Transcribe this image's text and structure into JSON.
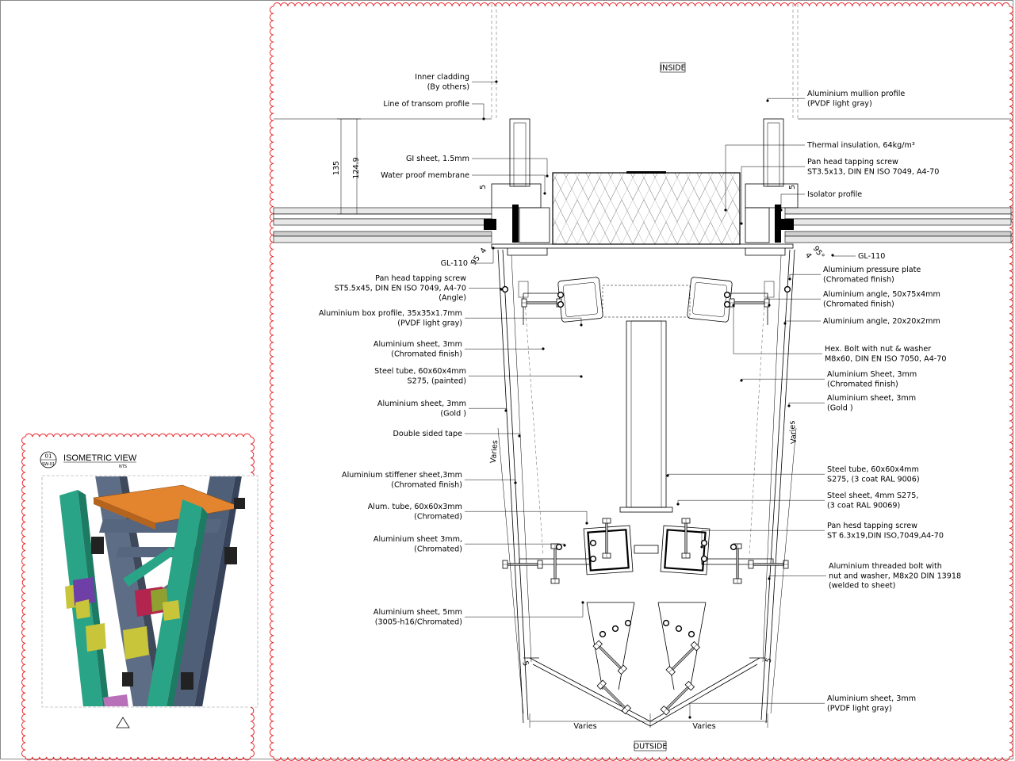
{
  "orientation": {
    "inside": "INSIDE",
    "outside": "OUTSIDE"
  },
  "iso": {
    "number": "01",
    "sheet": "SW-01",
    "title": "ISOMETRIC VIEW",
    "scale": "NTS"
  },
  "dimensions": {
    "d135": "135",
    "d124": "124.9",
    "d5l": "5",
    "d4l": "4",
    "d95l": "95",
    "d4r": "4",
    "d95r": "95°",
    "d5r": "5",
    "d5bl": "5",
    "d5br": "5",
    "varies_l": "Varies",
    "varies_r": "Varies",
    "varies_bl": "Varies",
    "varies_br": "Varies"
  },
  "left_labels": [
    [
      "Inner cladding",
      "(By others)"
    ],
    [
      "Line of transom profile"
    ],
    [
      "GI sheet, 1.5mm"
    ],
    [
      "Water proof membrane"
    ],
    [
      "GL-110"
    ],
    [
      "Pan head tapping screw",
      "ST5.5x45, DIN EN ISO 7049, A4-70",
      "(Angle)"
    ],
    [
      "Aluminium box profile, 35x35x1.7mm",
      "(PVDF light gray)"
    ],
    [
      "Aluminium sheet, 3mm",
      "(Chromated finish)"
    ],
    [
      "Steel tube, 60x60x4mm",
      "S275, (painted)"
    ],
    [
      "Aluminium sheet, 3mm",
      "(Gold )"
    ],
    [
      "Double sided tape"
    ],
    [
      "Aluminium stiffener sheet,3mm",
      "(Chromated finish)"
    ],
    [
      "Alum. tube, 60x60x3mm",
      "(Chromated)"
    ],
    [
      "Aluminium sheet 3mm,",
      "(Chromated)"
    ],
    [
      "Aluminium sheet, 5mm",
      "(3005-h16/Chromated)"
    ]
  ],
  "right_labels": [
    [
      "Aluminium mullion profile",
      "(PVDF light gray)"
    ],
    [
      "Thermal insulation, 64kg/m³"
    ],
    [
      "Pan head tapping screw",
      "ST3.5x13, DIN EN ISO 7049, A4-70"
    ],
    [
      "Isolator profile"
    ],
    [
      "GL-110"
    ],
    [
      "Aluminium pressure plate",
      "(Chromated finish)"
    ],
    [
      "Aluminium angle, 50x75x4mm",
      "(Chromated finish)"
    ],
    [
      "Aluminium angle, 20x20x2mm"
    ],
    [
      "Hex. Bolt with nut & washer",
      "M8x60, DIN EN ISO 7050, A4-70"
    ],
    [
      "Aluminium Sheet, 3mm",
      "(Chromated finish)"
    ],
    [
      "Aluminium sheet, 3mm",
      "(Gold )"
    ],
    [
      "Steel tube, 60x60x4mm",
      "S275, (3 coat RAL 9006)"
    ],
    [
      "Steel sheet, 4mm S275,",
      "(3 coat RAL 90069)"
    ],
    [
      "Pan hesd tapping screw",
      "ST 6.3x19,DIN ISO,7049,A4-70"
    ],
    [
      "Aluminium threaded bolt with",
      "nut and washer, M8x20 DIN 13918",
      "(welded to sheet)"
    ],
    [
      "Aluminium sheet, 3mm",
      "(PVDF light gray)"
    ]
  ]
}
